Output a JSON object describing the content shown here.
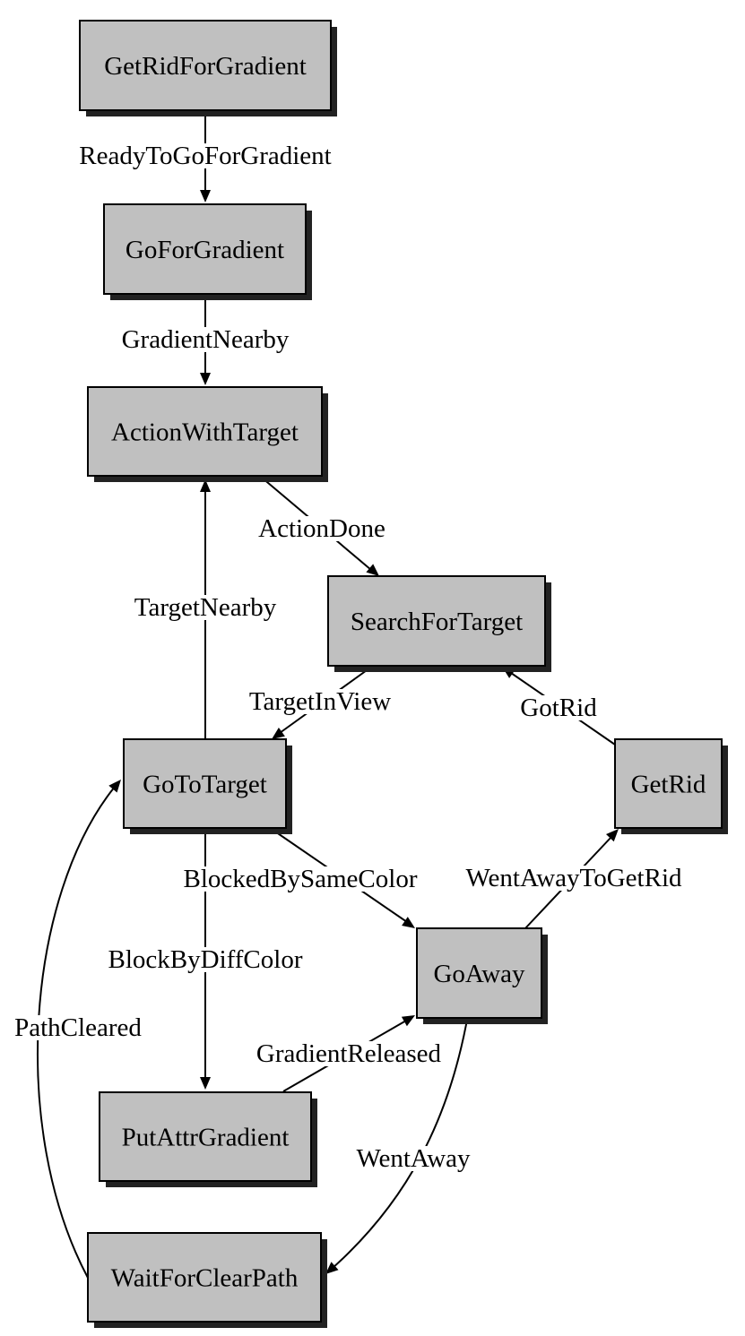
{
  "colors": {
    "node_fill": "#c0c0c0",
    "node_stroke": "#000000",
    "shadow": "#222222",
    "edge": "#000000",
    "background": "#ffffff"
  },
  "nodes": [
    {
      "id": "GetRidForGradient",
      "label": "GetRidForGradient"
    },
    {
      "id": "GoForGradient",
      "label": "GoForGradient"
    },
    {
      "id": "ActionWithTarget",
      "label": "ActionWithTarget"
    },
    {
      "id": "SearchForTarget",
      "label": "SearchForTarget"
    },
    {
      "id": "GoToTarget",
      "label": "GoToTarget"
    },
    {
      "id": "GetRid",
      "label": "GetRid"
    },
    {
      "id": "GoAway",
      "label": "GoAway"
    },
    {
      "id": "PutAttrGradient",
      "label": "PutAttrGradient"
    },
    {
      "id": "WaitForClearPath",
      "label": "WaitForClearPath"
    }
  ],
  "edges": [
    {
      "from": "GetRidForGradient",
      "to": "GoForGradient",
      "label": "ReadyToGoForGradient"
    },
    {
      "from": "GoForGradient",
      "to": "ActionWithTarget",
      "label": "GradientNearby"
    },
    {
      "from": "ActionWithTarget",
      "to": "SearchForTarget",
      "label": "ActionDone"
    },
    {
      "from": "GoToTarget",
      "to": "ActionWithTarget",
      "label": "TargetNearby"
    },
    {
      "from": "SearchForTarget",
      "to": "GoToTarget",
      "label": "TargetInView"
    },
    {
      "from": "GetRid",
      "to": "SearchForTarget",
      "label": "GotRid"
    },
    {
      "from": "GoToTarget",
      "to": "GoAway",
      "label": "BlockedBySameColor"
    },
    {
      "from": "GoAway",
      "to": "GetRid",
      "label": "WentAwayToGetRid"
    },
    {
      "from": "GoToTarget",
      "to": "PutAttrGradient",
      "label": "BlockByDiffColor"
    },
    {
      "from": "PutAttrGradient",
      "to": "GoAway",
      "label": "GradientReleased"
    },
    {
      "from": "GoAway",
      "to": "WaitForClearPath",
      "label": "WentAway"
    },
    {
      "from": "WaitForClearPath",
      "to": "GoToTarget",
      "label": "PathCleared"
    }
  ]
}
